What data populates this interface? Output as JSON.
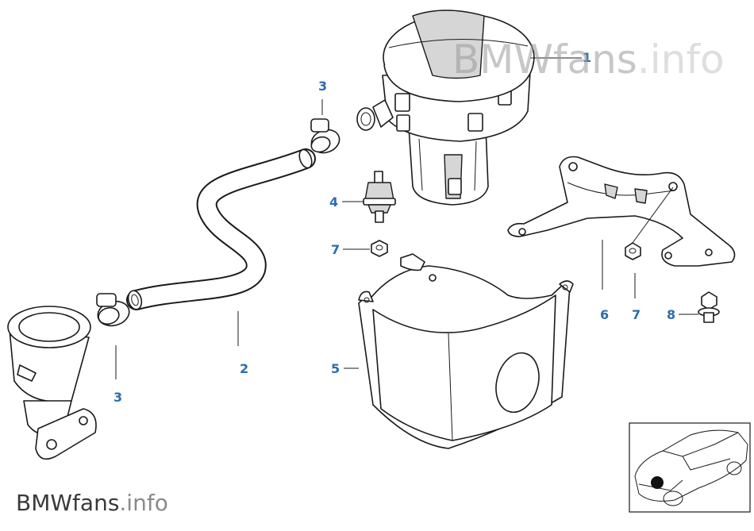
{
  "callouts": [
    {
      "id": "1",
      "label": "1"
    },
    {
      "id": "2",
      "label": "2"
    },
    {
      "id": "3a",
      "label": "3"
    },
    {
      "id": "3b",
      "label": "3"
    },
    {
      "id": "4",
      "label": "4"
    },
    {
      "id": "5",
      "label": "5"
    },
    {
      "id": "6",
      "label": "6"
    },
    {
      "id": "7a",
      "label": "7"
    },
    {
      "id": "7b",
      "label": "7"
    },
    {
      "id": "8",
      "label": "8"
    }
  ],
  "watermark": {
    "top_main": "BMWfans",
    "top_suffix": ".info",
    "bottom_main": "BMWfans",
    "bottom_suffix": ".info"
  },
  "colors": {
    "callout": "#2e6bb0",
    "watermark_main": "#3a3a3a",
    "watermark_suffix": "#8a8a8a",
    "line": "#1a1a1a"
  },
  "icons": {
    "thumbnail": "car-location-icon"
  }
}
